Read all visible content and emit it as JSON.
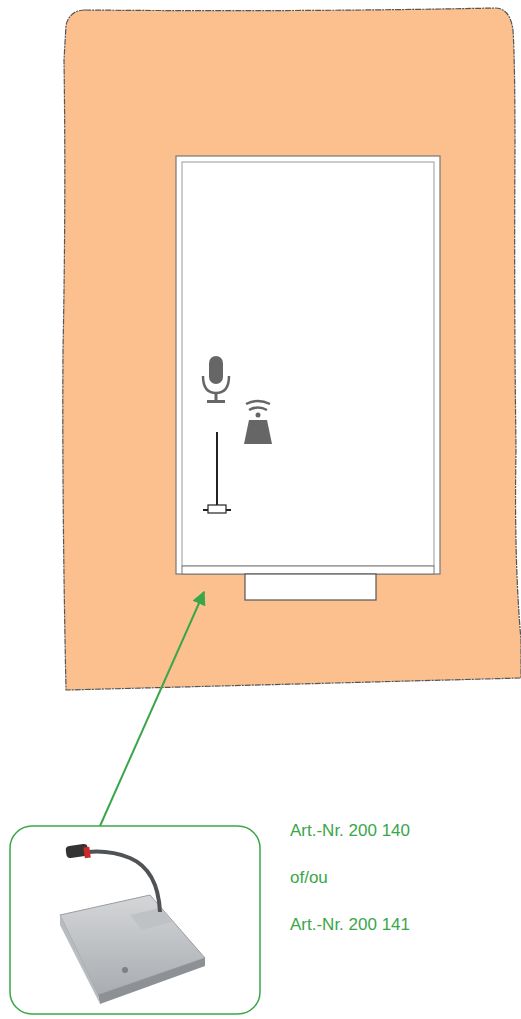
{
  "diagram": {
    "labels": [
      "Art.-Nr. 200 140",
      "of/ou",
      "Art.-Nr. 200 141"
    ]
  }
}
